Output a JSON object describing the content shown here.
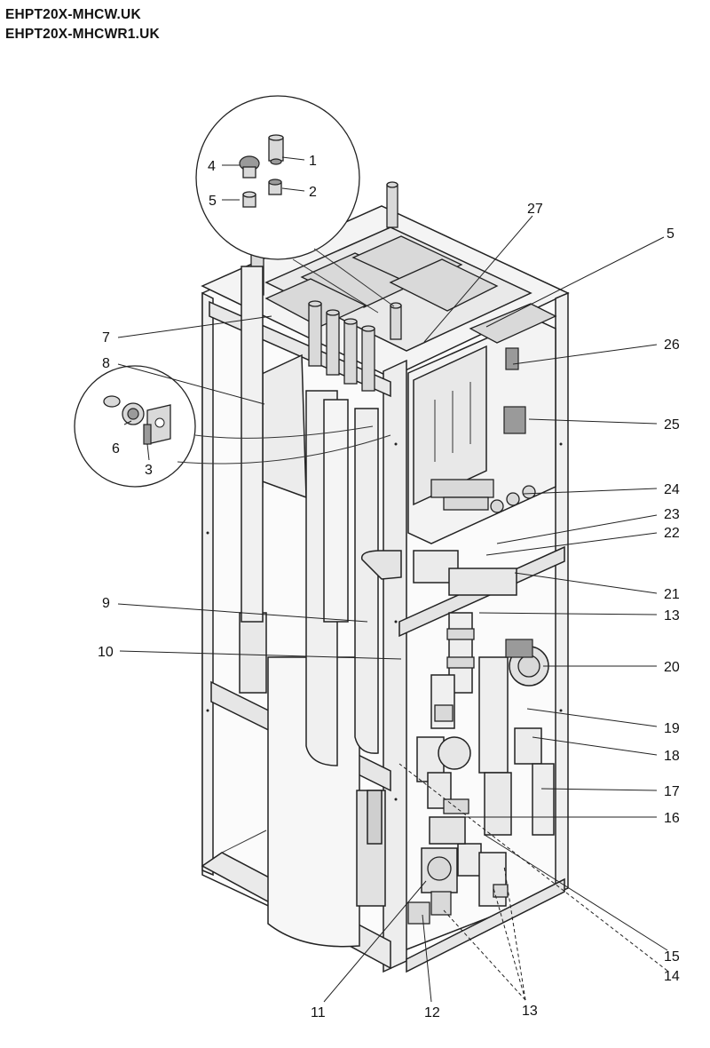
{
  "models": [
    "EHPT20X-MHCW.UK",
    "EHPT20X-MHCWR1.UK"
  ],
  "callouts": [
    {
      "id": "c1",
      "text": "1"
    },
    {
      "id": "c2",
      "text": "2"
    },
    {
      "id": "c3",
      "text": "3"
    },
    {
      "id": "c4",
      "text": "4"
    },
    {
      "id": "c5a",
      "text": "5"
    },
    {
      "id": "c5b",
      "text": "5"
    },
    {
      "id": "c6",
      "text": "6"
    },
    {
      "id": "c7",
      "text": "7"
    },
    {
      "id": "c8",
      "text": "8"
    },
    {
      "id": "c9",
      "text": "9"
    },
    {
      "id": "c10",
      "text": "10"
    },
    {
      "id": "c11",
      "text": "11"
    },
    {
      "id": "c12",
      "text": "12"
    },
    {
      "id": "c13a",
      "text": "13"
    },
    {
      "id": "c13b",
      "text": "13"
    },
    {
      "id": "c14",
      "text": "14"
    },
    {
      "id": "c15",
      "text": "15"
    },
    {
      "id": "c16",
      "text": "16"
    },
    {
      "id": "c17",
      "text": "17"
    },
    {
      "id": "c18",
      "text": "18"
    },
    {
      "id": "c19",
      "text": "19"
    },
    {
      "id": "c20",
      "text": "20"
    },
    {
      "id": "c21",
      "text": "21"
    },
    {
      "id": "c22",
      "text": "22"
    },
    {
      "id": "c23",
      "text": "23"
    },
    {
      "id": "c24",
      "text": "24"
    },
    {
      "id": "c25",
      "text": "25"
    },
    {
      "id": "c26",
      "text": "26"
    },
    {
      "id": "c27",
      "text": "27"
    }
  ]
}
